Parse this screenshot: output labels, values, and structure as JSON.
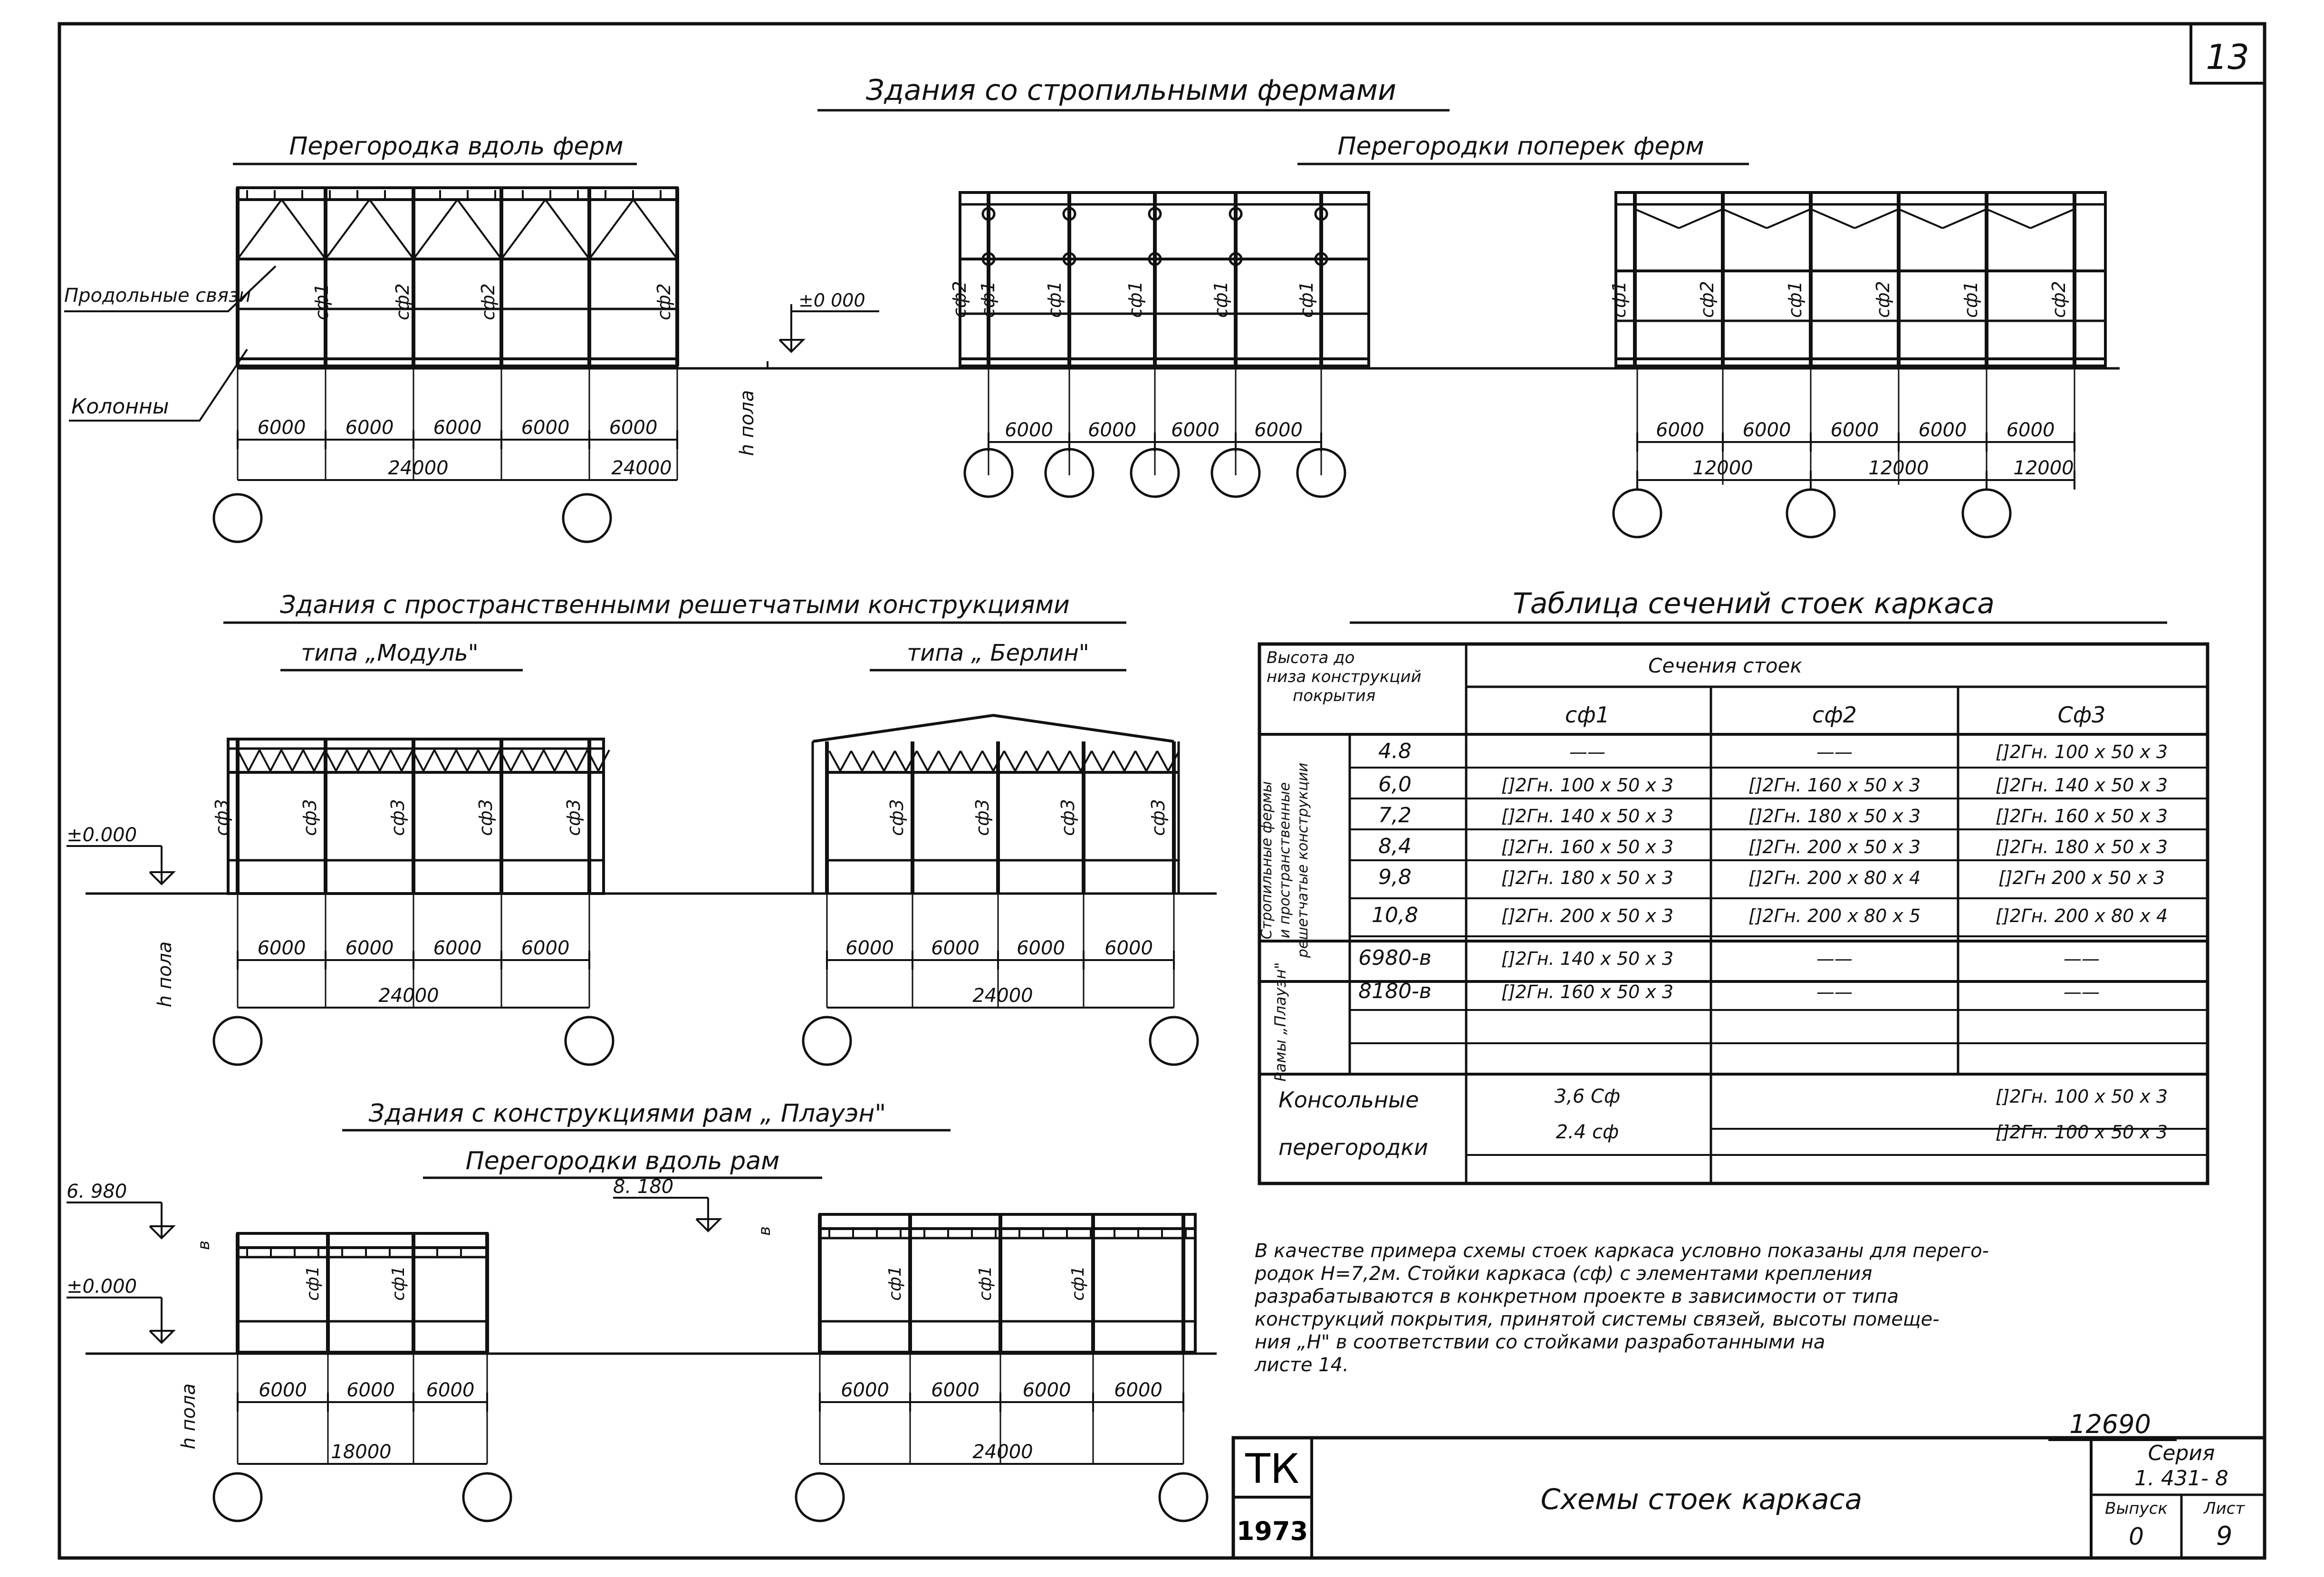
{
  "sheet": {
    "sheet_corner_number": "13",
    "main_title": "Здания со стропильными фермами",
    "stamp_tk": "ТК",
    "stamp_year": "1973",
    "drawing_title": "Схемы стоек каркаса",
    "series_label": "Серия",
    "series_value": "1. 431- 8",
    "issue_label": "Выпуск",
    "issue_value": "0",
    "sheet_label": "Лист",
    "sheet_value": "9",
    "inventory_number": "12690"
  },
  "common": {
    "floor_level_label": "h пола",
    "level_zero": "±0.000",
    "level_zero_alt": "±0 000",
    "dim_6000": "6000",
    "dim_12000": "12000",
    "dim_18000": "18000",
    "dim_24000": "24000",
    "col_sf1": "сф1",
    "col_sf2": "сф2",
    "col_sf3": "сф3",
    "dim_b": "в"
  },
  "section_trusses": {
    "left_title": "Перегородка вдоль ферм",
    "right_title": "Перегородки поперек ферм",
    "label_longitudinal_bracing": "Продольные связи",
    "label_columns": "Колонны"
  },
  "section_spatial": {
    "title": "Здания с пространственными решетчатыми конструкциями",
    "modul_title": "типа „Модуль\"",
    "berlin_title": "типа „ Берлин\""
  },
  "section_frames": {
    "title": "Здания с конструкциями рам „ Плауэн\"",
    "subtitle": "Перегородки вдоль рам",
    "level_6980": "6. 980",
    "level_8180": "8. 180"
  },
  "table": {
    "title": "Таблица сечений стоек каркаса",
    "header_height": "Высота до низа конструкций покрытия",
    "header_sections": "Сечения стоек",
    "col_sf1": "сф1",
    "col_sf2": "сф2",
    "col_sf3": "Сф3",
    "group1_label": "Стропильные фермы и пространственные решетчатые конструкции",
    "group2_label": "Рамы „Плауэн\"",
    "rows": [
      {
        "height": "4.8",
        "sf1": "——",
        "sf2": "——",
        "sf3": "[]2Гн. 100 x 50 x 3"
      },
      {
        "height": "6,0",
        "sf1": "[]2Гн. 100 x 50 x 3",
        "sf2": "[]2Гн. 160 x 50 x 3",
        "sf3": "[]2Гн. 140 x 50 x 3"
      },
      {
        "height": "7,2",
        "sf1": "[]2Гн. 140 x 50 x 3",
        "sf2": "[]2Гн. 180 x 50 x 3",
        "sf3": "[]2Гн. 160 x 50 x 3"
      },
      {
        "height": "8,4",
        "sf1": "[]2Гн. 160 x 50 x 3",
        "sf2": "[]2Гн. 200 x 50 x 3",
        "sf3": "[]2Гн. 180 x 50 x 3"
      },
      {
        "height": "9,8",
        "sf1": "[]2Гн. 180 x 50 x 3",
        "sf2": "[]2Гн. 200 x 80 x 4",
        "sf3": "[]2Гн 200 x 50 x 3"
      },
      {
        "height": "10,8",
        "sf1": "[]2Гн. 200 x 50 x 3",
        "sf2": "[]2Гн. 200 x 80 x 5",
        "sf3": "[]2Гн. 200 x 80 x 4"
      },
      {
        "height": "6980-в",
        "sf1": "[]2Гн. 140 x 50 x 3",
        "sf2": "——",
        "sf3": "——"
      },
      {
        "height": "8180-в",
        "sf1": "[]2Гн. 160 x 50 x 3",
        "sf2": "——",
        "sf3": "——"
      }
    ],
    "console_label_1": "Консольные",
    "console_label_2": "перегородки",
    "console_rows": [
      {
        "height": "3,6 Сф",
        "section": "[]2Гн. 100 x 50 x 3"
      },
      {
        "height": "2.4 сф",
        "section": "[]2Гн. 100 x 50 x 3"
      }
    ]
  },
  "note": {
    "lines": [
      "В качестве примера схемы стоек каркаса условно показаны для перего-",
      "родок H=7,2м. Стойки каркаса (сф) с элементами крепления",
      "разрабатываются в конкретном проекте в зависимости от типа",
      "конструкций покрытия, принятой системы связей, высоты помеще-",
      "ния „H\" в соответствии со стойками разработанными на",
      "листе 14."
    ]
  }
}
